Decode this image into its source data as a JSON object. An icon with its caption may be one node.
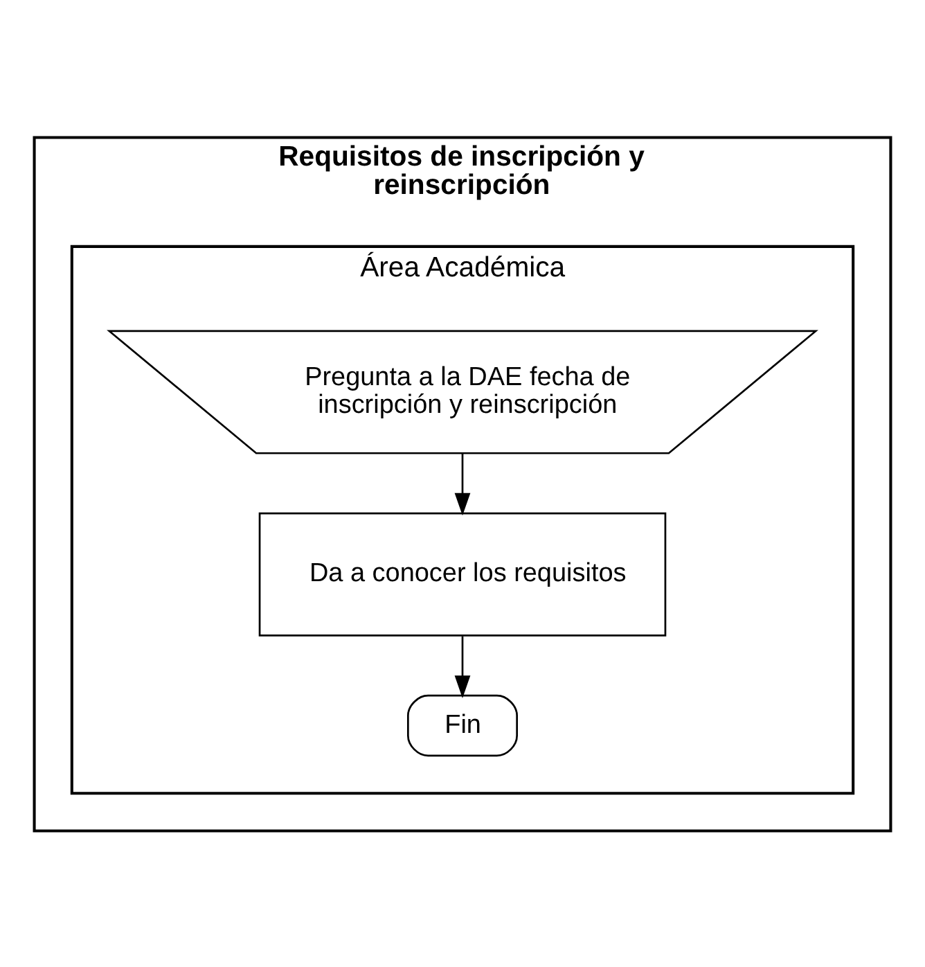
{
  "diagram": {
    "nodes": [
      {
        "text": [
          "Requisitos de inscripción y reinscripción"
        ]
      },
      {
        "text": [
          "Área Académica"
        ],
        "in": 0
      },
      {
        "text": [
          "Pregunta a la DAE fecha de inscripción y reinscripción"
        ],
        "in": 1
      },
      {
        "text": [
          "Da a conocer los requisitos"
        ],
        "in": 1
      },
      {
        "text": [
          "Fin"
        ],
        "in": 1
      }
    ],
    "edges": [
      {
        "from": 2,
        "to": 3,
        "arrow": "to"
      },
      {
        "from": 3,
        "to": 4,
        "arrow": "to"
      }
    ]
  }
}
